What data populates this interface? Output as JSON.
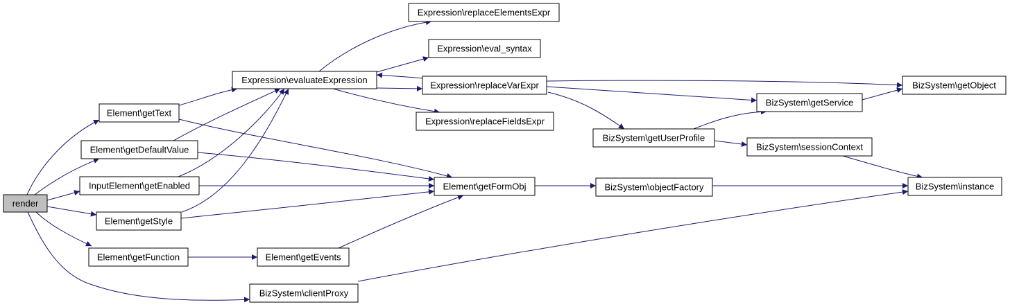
{
  "diagram": {
    "type": "call-graph",
    "colors": {
      "edge": "#191970",
      "root_fill": "#bfbfbf",
      "node_fill": "#ffffff",
      "node_border": "#000000"
    },
    "nodes": [
      {
        "id": "render",
        "label": "render"
      },
      {
        "id": "getText",
        "label": "Element\\getText"
      },
      {
        "id": "getDefaultValue",
        "label": "Element\\getDefaultValue"
      },
      {
        "id": "getEnabled",
        "label": "InputElement\\getEnabled"
      },
      {
        "id": "getStyle",
        "label": "Element\\getStyle"
      },
      {
        "id": "getFunction",
        "label": "Element\\getFunction"
      },
      {
        "id": "clientProxy",
        "label": "BizSystem\\clientProxy"
      },
      {
        "id": "evaluateExpression",
        "label": "Expression\\evaluateExpression"
      },
      {
        "id": "getEvents",
        "label": "Element\\getEvents"
      },
      {
        "id": "replaceElementsExpr",
        "label": "Expression\\replaceElementsExpr"
      },
      {
        "id": "evalSyntax",
        "label": "Expression\\eval_syntax"
      },
      {
        "id": "replaceVarExpr",
        "label": "Expression\\replaceVarExpr"
      },
      {
        "id": "replaceFieldsExpr",
        "label": "Expression\\replaceFieldsExpr"
      },
      {
        "id": "getFormObj",
        "label": "Element\\getFormObj"
      },
      {
        "id": "getUserProfile",
        "label": "BizSystem\\getUserProfile"
      },
      {
        "id": "objectFactory",
        "label": "BizSystem\\objectFactory"
      },
      {
        "id": "getService",
        "label": "BizSystem\\getService"
      },
      {
        "id": "sessionContext",
        "label": "BizSystem\\sessionContext"
      },
      {
        "id": "getObject",
        "label": "BizSystem\\getObject"
      },
      {
        "id": "instance",
        "label": "BizSystem\\instance"
      }
    ],
    "edges": [
      {
        "from": "render",
        "to": "getText"
      },
      {
        "from": "render",
        "to": "getDefaultValue"
      },
      {
        "from": "render",
        "to": "getEnabled"
      },
      {
        "from": "render",
        "to": "getStyle"
      },
      {
        "from": "render",
        "to": "getFunction"
      },
      {
        "from": "render",
        "to": "clientProxy"
      },
      {
        "from": "getText",
        "to": "evaluateExpression"
      },
      {
        "from": "getText",
        "to": "getFormObj"
      },
      {
        "from": "getDefaultValue",
        "to": "evaluateExpression"
      },
      {
        "from": "getDefaultValue",
        "to": "getFormObj"
      },
      {
        "from": "getEnabled",
        "to": "evaluateExpression"
      },
      {
        "from": "getEnabled",
        "to": "getFormObj"
      },
      {
        "from": "getStyle",
        "to": "evaluateExpression"
      },
      {
        "from": "getStyle",
        "to": "getFormObj"
      },
      {
        "from": "getFunction",
        "to": "getEvents"
      },
      {
        "from": "getEvents",
        "to": "getFormObj"
      },
      {
        "from": "clientProxy",
        "to": "instance"
      },
      {
        "from": "evaluateExpression",
        "to": "replaceElementsExpr"
      },
      {
        "from": "evaluateExpression",
        "to": "evalSyntax"
      },
      {
        "from": "evaluateExpression",
        "to": "replaceVarExpr"
      },
      {
        "from": "evaluateExpression",
        "to": "replaceFieldsExpr"
      },
      {
        "from": "replaceVarExpr",
        "to": "evaluateExpression"
      },
      {
        "from": "replaceVarExpr",
        "to": "getObject"
      },
      {
        "from": "replaceVarExpr",
        "to": "getService"
      },
      {
        "from": "replaceVarExpr",
        "to": "getUserProfile"
      },
      {
        "from": "getUserProfile",
        "to": "getService"
      },
      {
        "from": "getUserProfile",
        "to": "sessionContext"
      },
      {
        "from": "getService",
        "to": "getObject"
      },
      {
        "from": "sessionContext",
        "to": "instance"
      },
      {
        "from": "getFormObj",
        "to": "objectFactory"
      },
      {
        "from": "objectFactory",
        "to": "instance"
      }
    ]
  }
}
